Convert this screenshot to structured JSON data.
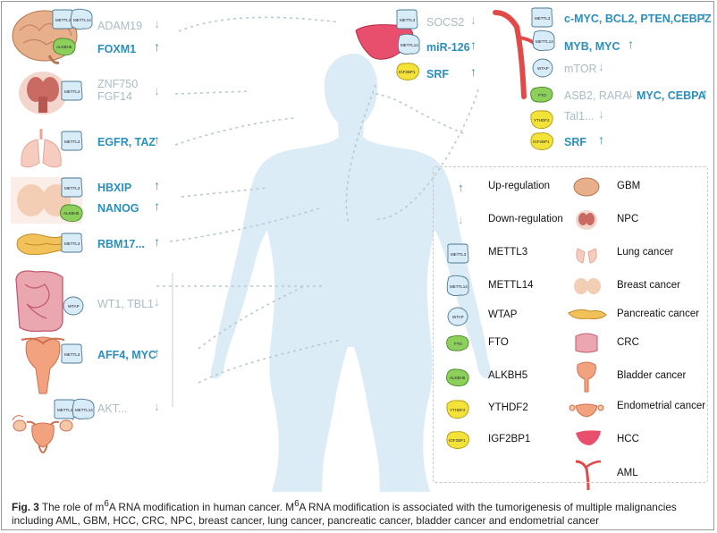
{
  "targets": {
    "brain": [
      {
        "text": "ADAM19",
        "dir": "down"
      },
      {
        "text": "FOXM1",
        "dir": "up"
      }
    ],
    "npc": [
      {
        "text": "ZNF750",
        "dir": "down"
      },
      {
        "text": "FGF14",
        "dir": "down"
      }
    ],
    "lung": [
      {
        "text": "EGFR, TAZ",
        "dir": "up"
      }
    ],
    "breast": [
      {
        "text": "HBXIP",
        "dir": "up"
      },
      {
        "text": "NANOG",
        "dir": "up"
      }
    ],
    "pancreas": [
      {
        "text": "RBM17...",
        "dir": "up"
      }
    ],
    "crc": [
      {
        "text": "WT1, TBL1",
        "dir": "down"
      }
    ],
    "bladder": [
      {
        "text": "AFF4, MYC",
        "dir": "up"
      }
    ],
    "endometrial": [
      {
        "text": "AKT...",
        "dir": "down"
      }
    ],
    "hcc": [
      {
        "text": "SOCS2",
        "dir": "down"
      },
      {
        "text": "miR-126",
        "dir": "up"
      },
      {
        "text": "SRF",
        "dir": "up"
      }
    ],
    "aml": [
      {
        "text": "c-MYC, BCL2, PTEN,CEBPZ",
        "dir": "up"
      },
      {
        "text": "MYB, MYC",
        "dir": "up"
      },
      {
        "text": "mTOR",
        "dir": "down"
      },
      {
        "text": "ASB2, RARA",
        "dir": "down"
      },
      {
        "text": "MYC, CEBPA",
        "dir": "up"
      },
      {
        "text": "Tal1...",
        "dir": "down"
      },
      {
        "text": "SRF",
        "dir": "up"
      }
    ]
  },
  "icon_labels": {
    "mettl3": "METTL3",
    "mettl14": "METTL14",
    "wtap": "WTAP",
    "fto": "FTO",
    "alkbh5": "ALKBH5",
    "ythdf2": "YTHDF2",
    "igf2bp1": "IGF2BP1"
  },
  "legend": {
    "left": [
      {
        "icon": "up-arrow-icon",
        "label": "Up-regulation"
      },
      {
        "icon": "down-arrow-icon",
        "label": "Down-regulation"
      },
      {
        "icon": "mettl3-icon",
        "label": "METTL3"
      },
      {
        "icon": "mettl14-icon",
        "label": "METTL14"
      },
      {
        "icon": "wtap-icon",
        "label": "WTAP"
      },
      {
        "icon": "fto-icon",
        "label": "FTO"
      },
      {
        "icon": "alkbh5-icon",
        "label": "ALKBH5"
      },
      {
        "icon": "ythdf2-icon",
        "label": "YTHDF2"
      },
      {
        "icon": "igf2bp1-icon",
        "label": "IGF2BP1"
      }
    ],
    "right": [
      {
        "icon": "brain-icon",
        "label": "GBM"
      },
      {
        "icon": "npc-icon",
        "label": "NPC"
      },
      {
        "icon": "lung-icon",
        "label": "Lung cancer"
      },
      {
        "icon": "breast-icon",
        "label": "Breast cancer"
      },
      {
        "icon": "pancreas-icon",
        "label": "Pancreatic cancer"
      },
      {
        "icon": "intestine-icon",
        "label": "CRC"
      },
      {
        "icon": "bladder-icon",
        "label": "Bladder cancer"
      },
      {
        "icon": "uterus-icon",
        "label": "Endometrial cancer"
      },
      {
        "icon": "liver-icon",
        "label": "HCC"
      },
      {
        "icon": "blood-vessel-icon",
        "label": "AML"
      }
    ]
  },
  "caption": {
    "fig_label": "Fig. 3",
    "text_before_sup": "The role of m",
    "sup": "6",
    "text_after_sup": "A RNA modification in human cancer. M",
    "sup2": "6",
    "text_rest": "A RNA modification is associated with the tumorigenesis of multiple malignancies including AML, GBM, HCC, CRC, NPC, breast cancer, lung cancer, pancreatic cancer, bladder cancer and endometrial cancer"
  },
  "colors": {
    "up": "#2b8fbe",
    "down": "#a9bcc2",
    "body": "#dcecf6",
    "mettl3": "#d7ecf6",
    "fto": "#8ccf5a",
    "ythdf2": "#f0e033"
  }
}
